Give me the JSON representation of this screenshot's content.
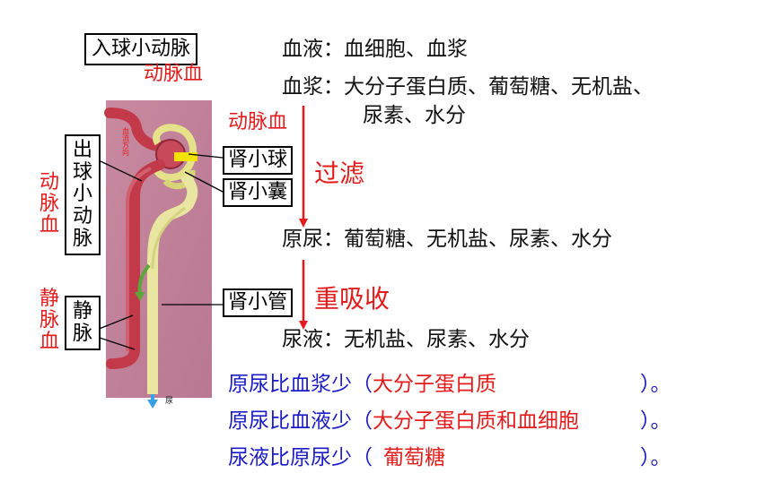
{
  "labels": {
    "afferent_arteriole": "入球小动脉",
    "arterial_blood_top": "动脉血",
    "efferent_arteriole": "出球小动脉",
    "arterial_blood_left": "动脉血",
    "venous_blood": "静脉血",
    "vein": "静脉",
    "glomerulus": "肾小球",
    "bowmans_capsule": "肾小囊",
    "renal_tubule": "肾小管",
    "arterial_blood_mid": "动脉血",
    "flow_direction": "血流方向",
    "urine_mark": "尿"
  },
  "processes": {
    "filtration": "过滤",
    "reabsorption": "重吸收"
  },
  "composition": {
    "blood_label": "血液：",
    "blood_value": "血细胞、血浆",
    "plasma_label": "血浆：",
    "plasma_value_1": "大分子蛋白质、葡萄糖、无机盐、",
    "plasma_value_2": "尿素、水分",
    "primary_urine_label": "原尿：",
    "primary_urine_value": "葡萄糖、无机盐、尿素、水分",
    "urine_label": "尿液：",
    "urine_value": "无机盐、尿素、水分"
  },
  "comparisons": [
    {
      "prefix": "原尿比血浆少（",
      "answer": "大分子蛋白质",
      "suffix": "）。"
    },
    {
      "prefix": "原尿比血液少（",
      "answer": "大分子蛋白质和血细胞",
      "suffix": "）。"
    },
    {
      "prefix": "尿液比原尿少（",
      "answer": "葡萄糖",
      "suffix": "）。"
    }
  ],
  "colors": {
    "accent_red": "#e31b1b",
    "accent_blue": "#1b1bc8",
    "background_panel": "#c98aa0"
  }
}
